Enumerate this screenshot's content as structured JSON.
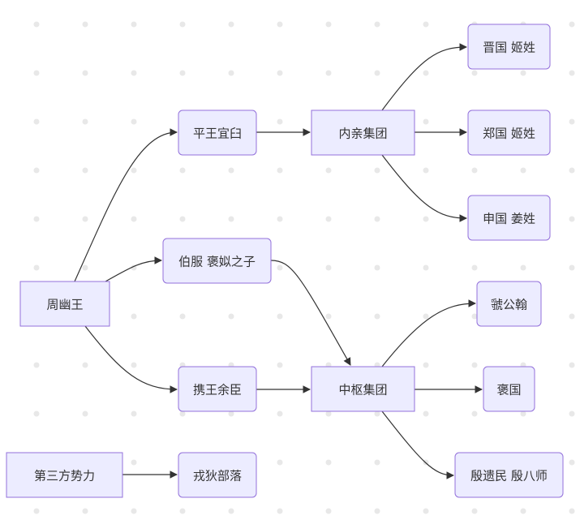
{
  "diagram": {
    "type": "flowchart",
    "direction": "left-to-right",
    "colors": {
      "node_fill": "#ECECFF",
      "node_stroke": "#9370DB",
      "edge": "#333333",
      "text": "#333333",
      "grid_dot": "#e8e8e8",
      "background": "#ffffff"
    },
    "nodes": [
      {
        "id": "zhouyouwang",
        "label": "周幽王",
        "shape": "rect"
      },
      {
        "id": "pingwang",
        "label": "平王宜臼",
        "shape": "round"
      },
      {
        "id": "bofu",
        "label": "伯服 褒姒之子",
        "shape": "round"
      },
      {
        "id": "xiewang",
        "label": "携王余臣",
        "shape": "round"
      },
      {
        "id": "neiqin",
        "label": "内亲集团",
        "shape": "rect"
      },
      {
        "id": "zhongshu",
        "label": "中枢集团",
        "shape": "rect"
      },
      {
        "id": "jinguo",
        "label": "晋国 姬姓",
        "shape": "round"
      },
      {
        "id": "zhengguo",
        "label": "郑国 姬姓",
        "shape": "round"
      },
      {
        "id": "shenguo",
        "label": "申国 姜姓",
        "shape": "round"
      },
      {
        "id": "guogonghan",
        "label": "虢公翰",
        "shape": "round"
      },
      {
        "id": "baoguo",
        "label": "褒国",
        "shape": "round"
      },
      {
        "id": "yinyimin",
        "label": "殷遗民 殷八师",
        "shape": "round"
      },
      {
        "id": "disanfang",
        "label": "第三方势力",
        "shape": "rect"
      },
      {
        "id": "rongdi",
        "label": "戎狄部落",
        "shape": "round"
      }
    ],
    "edges": [
      {
        "from": "zhouyouwang",
        "to": "pingwang"
      },
      {
        "from": "zhouyouwang",
        "to": "bofu"
      },
      {
        "from": "zhouyouwang",
        "to": "xiewang"
      },
      {
        "from": "pingwang",
        "to": "neiqin"
      },
      {
        "from": "bofu",
        "to": "zhongshu"
      },
      {
        "from": "xiewang",
        "to": "zhongshu"
      },
      {
        "from": "neiqin",
        "to": "jinguo"
      },
      {
        "from": "neiqin",
        "to": "zhengguo"
      },
      {
        "from": "neiqin",
        "to": "shenguo"
      },
      {
        "from": "zhongshu",
        "to": "guogonghan"
      },
      {
        "from": "zhongshu",
        "to": "baoguo"
      },
      {
        "from": "zhongshu",
        "to": "yinyimin"
      },
      {
        "from": "disanfang",
        "to": "rongdi"
      }
    ]
  }
}
